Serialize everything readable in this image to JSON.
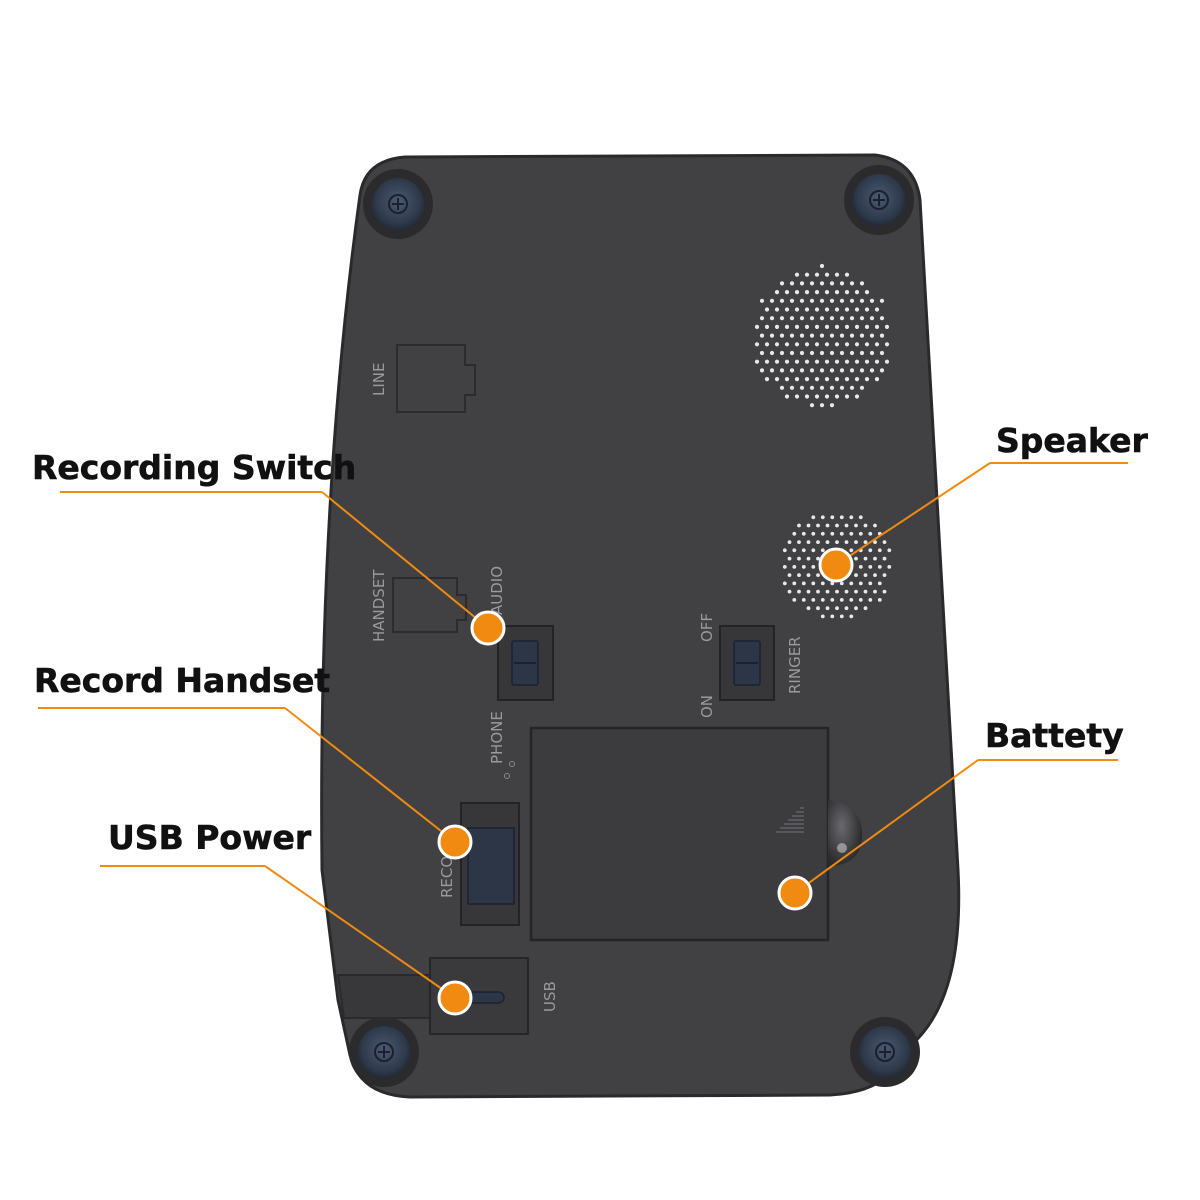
{
  "device": {
    "port_labels": {
      "line": "LINE",
      "handset": "HANDSET",
      "audio": "AUDIO",
      "phone": "PHONE",
      "reco": "RECO",
      "usb": "USB",
      "off": "OFF",
      "on": "ON",
      "ringer": "RINGER"
    }
  },
  "callouts": {
    "recording_switch": "Recording Switch",
    "record_handset": "Record Handset",
    "usb_power": "USB Power",
    "speaker": "Speaker",
    "battery": "Battety"
  },
  "colors": {
    "body": "#414144",
    "body_edge": "#2a2a2c",
    "foot": "#2f3a4b",
    "accent": "#f08a10",
    "leader": "#f08a10",
    "underline": "#f0a040",
    "engraving": "#9a9a9a"
  }
}
